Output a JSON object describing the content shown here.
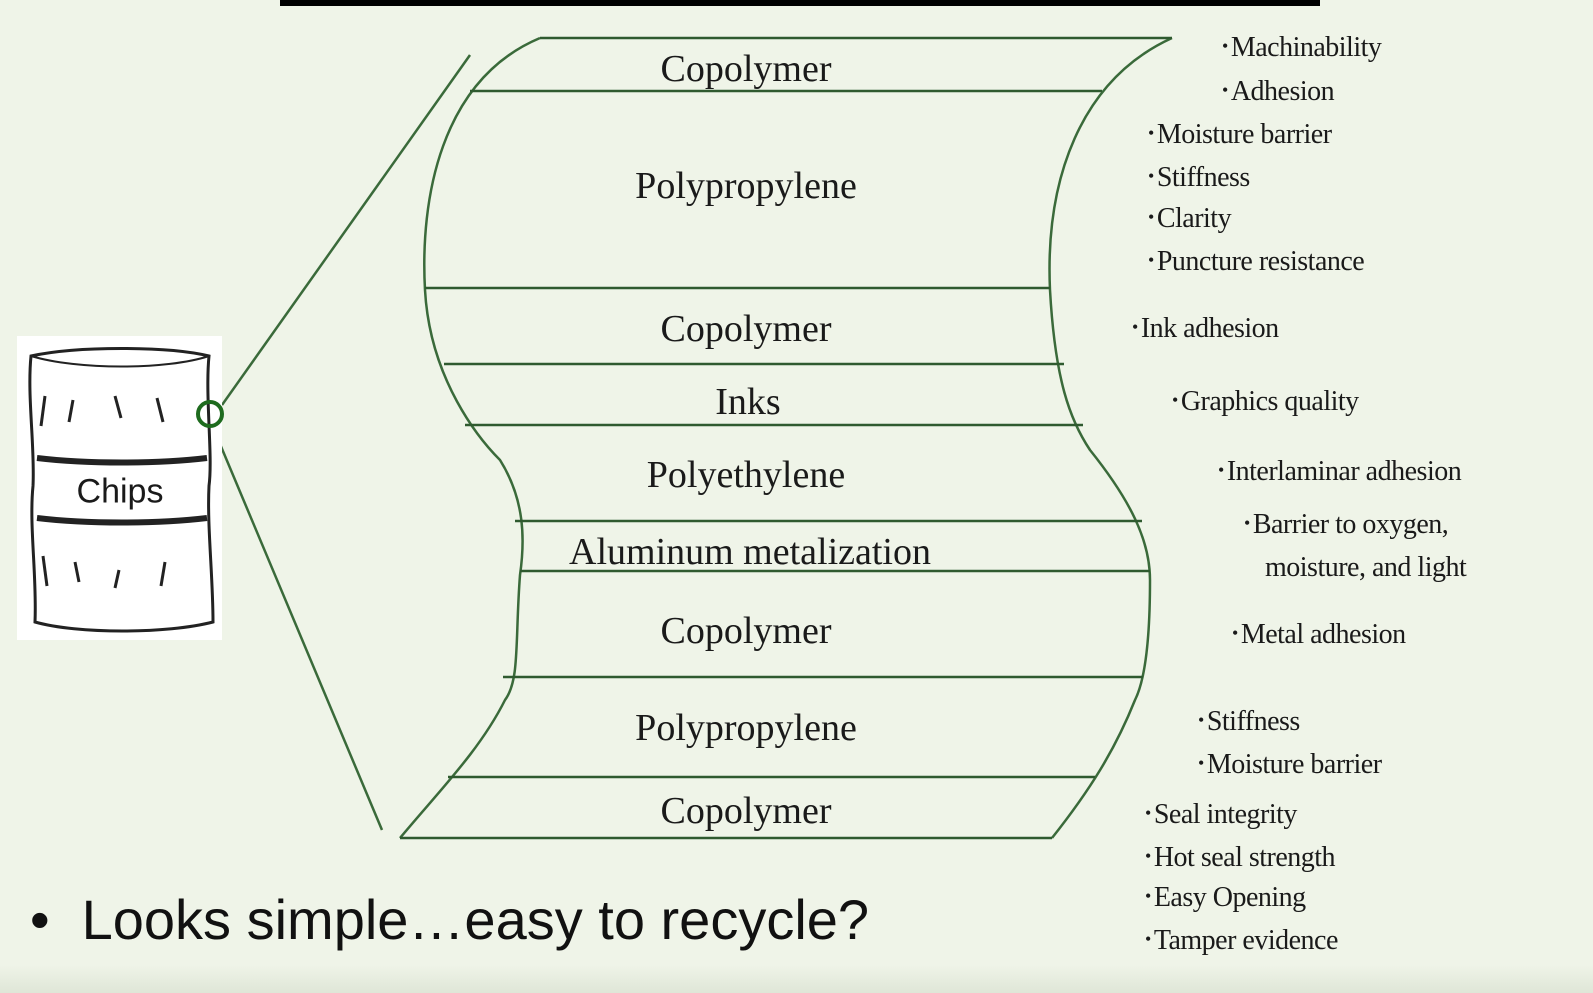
{
  "bag": {
    "label": "Chips"
  },
  "layers": [
    {
      "label": "Copolymer"
    },
    {
      "label": "Polypropylene"
    },
    {
      "label": "Copolymer"
    },
    {
      "label": "Inks"
    },
    {
      "label": "Polyethylene"
    },
    {
      "label": "Aluminum metalization"
    },
    {
      "label": "Copolymer"
    },
    {
      "label": "Polypropylene"
    },
    {
      "label": "Copolymer"
    }
  ],
  "properties": [
    "Machinability",
    "Adhesion",
    "Moisture barrier",
    "Stiffness",
    "Clarity",
    "Puncture resistance",
    "Ink adhesion",
    "Graphics quality",
    "Interlaminar adhesion",
    "Barrier to oxygen,",
    "moisture, and light",
    "Metal adhesion",
    "Stiffness",
    "Moisture barrier",
    "Seal integrity",
    "Hot seal strength",
    "Easy Opening",
    "Tamper evidence"
  ],
  "bullet": {
    "marker": "•",
    "text": "Looks simple…easy to recycle?"
  },
  "colors": {
    "line": "#2f5a2f",
    "background": "#eff4e8",
    "accent": "#1e6b1e"
  }
}
